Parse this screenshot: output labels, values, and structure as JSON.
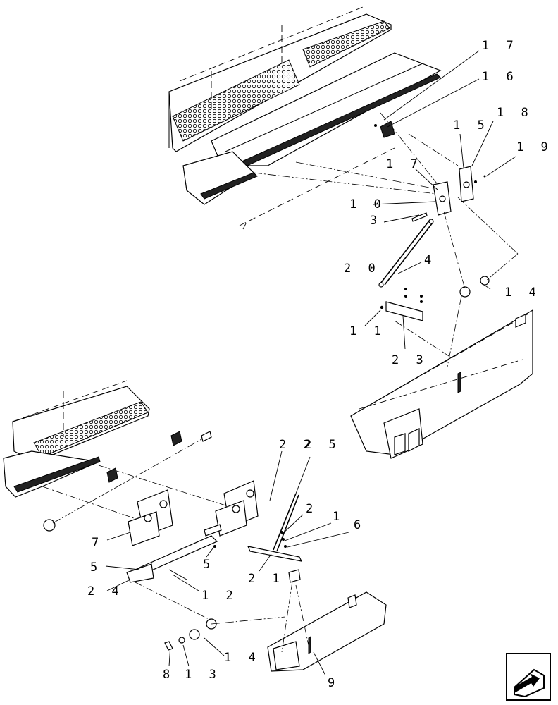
{
  "callouts": {
    "c17a": "1 7",
    "c16": "1 6",
    "c18": "1 8",
    "c15": "1 5",
    "c19": "1 9",
    "c17b": "1 7",
    "c10": "1 0",
    "c3": "3",
    "c20": "2 0",
    "c4": "4",
    "c14a": "1 4",
    "c11": "1 1",
    "c23": "2 3",
    "c22": "2 2",
    "c25": "2 5",
    "c2": "2",
    "c1": "1",
    "c6": "6",
    "c7": "7",
    "c5a": "5",
    "c5b": "5",
    "c21": "2 1",
    "c24": "2 4",
    "c12": "1 2",
    "c8": "8",
    "c13": "1 3",
    "c14b": "1 4",
    "c9": "9"
  },
  "icons": {
    "nav": "previous-page-arrow-icon"
  }
}
